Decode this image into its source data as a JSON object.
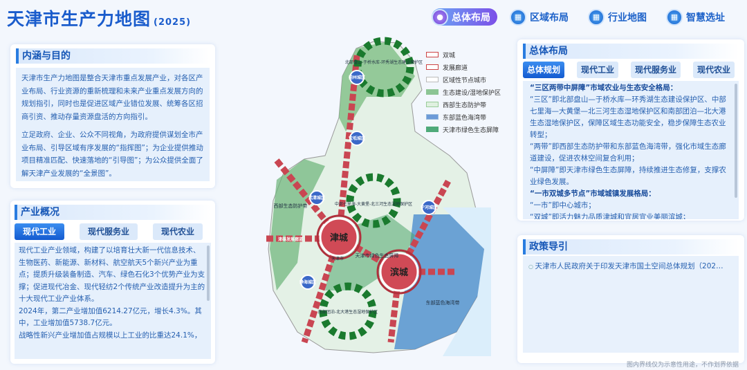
{
  "header": {
    "title": "天津市生产力地图",
    "year": "(2025)"
  },
  "nav": [
    {
      "label": "总体布局",
      "active": true
    },
    {
      "label": "区域布局"
    },
    {
      "label": "行业地图"
    },
    {
      "label": "智慧选址"
    }
  ],
  "intro": {
    "title": "内涵与目的",
    "paragraphs": [
      "天津市生产力地图是整合天津市重点发展产业，对各区产业布局、行业资源的重新梳理和未来产业重点发展方向的规划指引，同时也是促进区域产业错位发展、统筹各区招商引资、推动存量资源盘活的方向指引。",
      "立足政府、企业、公众不同视角，为政府提供谋划全市产业布局、引导区域有序发展的“指挥图”；为企业提供推动项目精准匹配、快速落地的“引导图”；为公众提供全面了解天津产业发展的“全景图”。"
    ]
  },
  "overview": {
    "title": "产业概况",
    "tabs": [
      "现代工业",
      "现代服务业",
      "现代农业"
    ],
    "lines": [
      "现代工业产业领域，构建了以培育壮大新一代信息技术、生物医药、新能源、新材料、航空航天5个新兴产业为重点；提质升级装备制造、汽车、绿色石化3个优势产业为支撑；促进现代冶金、现代轻纺2个传统产业改造提升为主的十大现代工业产业体系。",
      "2024年，第二产业增加值6214.27亿元，增长4.3%。其中，工业增加值5738.7亿元。",
      "战略性新兴产业增加值占规模以上工业的比重达24.1%，"
    ]
  },
  "layout": {
    "title": "总体布局",
    "tabs": [
      "总体规划",
      "现代工业",
      "现代服务业",
      "现代农业"
    ],
    "lines": [
      {
        "t": "“三区两带中屏障”市域农业与生态安全格局：",
        "b": true
      },
      {
        "t": "“三区”即北部盘山—于桥水库—环秀湖生态建设保护区、中部七里海—大黄堡—北三河生态湿地保护区和南部团泊—北大港生态湿地保护区，保障区域生态功能安全，稳步保障生态农业转型；"
      },
      {
        "t": "“两带”即西部生态防护带和东部蓝色海湾带，强化市域生态廊道建设，促进农林空间复合利用；"
      },
      {
        "t": "“中屏障”即天津市绿色生态屏障，持续推进生态修复，支撑农业绿色发展。"
      },
      {
        "t": "“一市双城多节点”市域城镇发展格局：",
        "b": true
      },
      {
        "t": "“一市”即中心城市；"
      },
      {
        "t": "“双城”即活力魅力品质津城和宜居宜业美丽滨城；"
      }
    ]
  },
  "policy": {
    "title": "政策导引",
    "items": [
      "天津市人民政府关于印发天津市国土空间总体规划（202…"
    ]
  },
  "legend": [
    "双城",
    "发展廊道",
    "区域性节点城市",
    "生态建设/湿地保护区",
    "西部生态防护带",
    "东部蓝色海湾带",
    "天津市绿色生态屏障"
  ],
  "map": {
    "jincheng": "津城",
    "binhai": "滨城",
    "tianjin": "天津市",
    "north_zone": "北部盘山-于桥水库-环秀湖生态建设保护区",
    "mid_zone": "中部七里海-大黄堡-北三河生态湿地保护区",
    "south_zone": "南部团泊-北大港生态湿地保护区",
    "green_barrier": "天津市绿色生态屏障",
    "west_belt": "西部生态防护带",
    "east_belt": "东部蓝色海湾带",
    "jizhou": "蓟州城区",
    "baodi": "宝坻城区",
    "wuqing": "武清城区",
    "ninghe": "宁河城区",
    "jinghai": "静海城区",
    "corridor_w": "津雄发展廊道"
  },
  "footer": "图内界线仅为示意性用途，不作划界依据"
}
